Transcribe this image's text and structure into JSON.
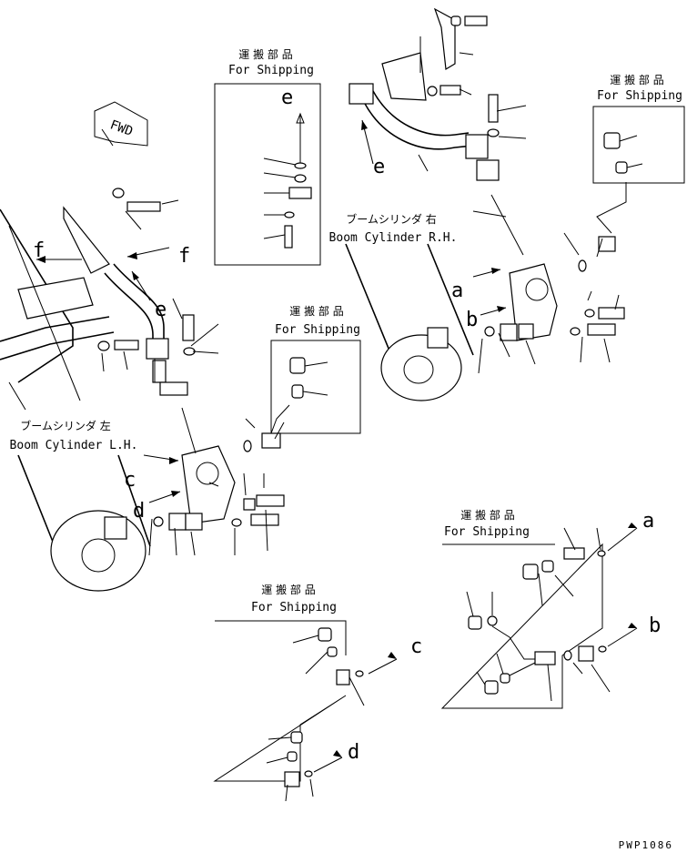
{
  "shipping_boxes": [
    {
      "jp": "運 搬 部 品",
      "en": "For Shipping"
    },
    {
      "jp": "運 搬 部 品",
      "en": "For Shipping"
    },
    {
      "jp": "運 搬 部 品",
      "en": "For Shipping"
    },
    {
      "jp": "運 搬 部 品",
      "en": "For Shipping"
    },
    {
      "jp": "運 搬 部 品",
      "en": "For Shipping"
    }
  ],
  "cylinders": {
    "left": {
      "jp": "ブームシリンダ 左",
      "en": "Boom Cylinder L.H."
    },
    "right": {
      "jp": "ブームシリンダ 右",
      "en": "Boom Cylinder R.H."
    }
  },
  "fwd_label": "FWD",
  "ref_letters": {
    "a": "a",
    "b": "b",
    "c": "c",
    "d": "d",
    "e": "e",
    "f": "f"
  },
  "drawing_code": "PWP1086"
}
